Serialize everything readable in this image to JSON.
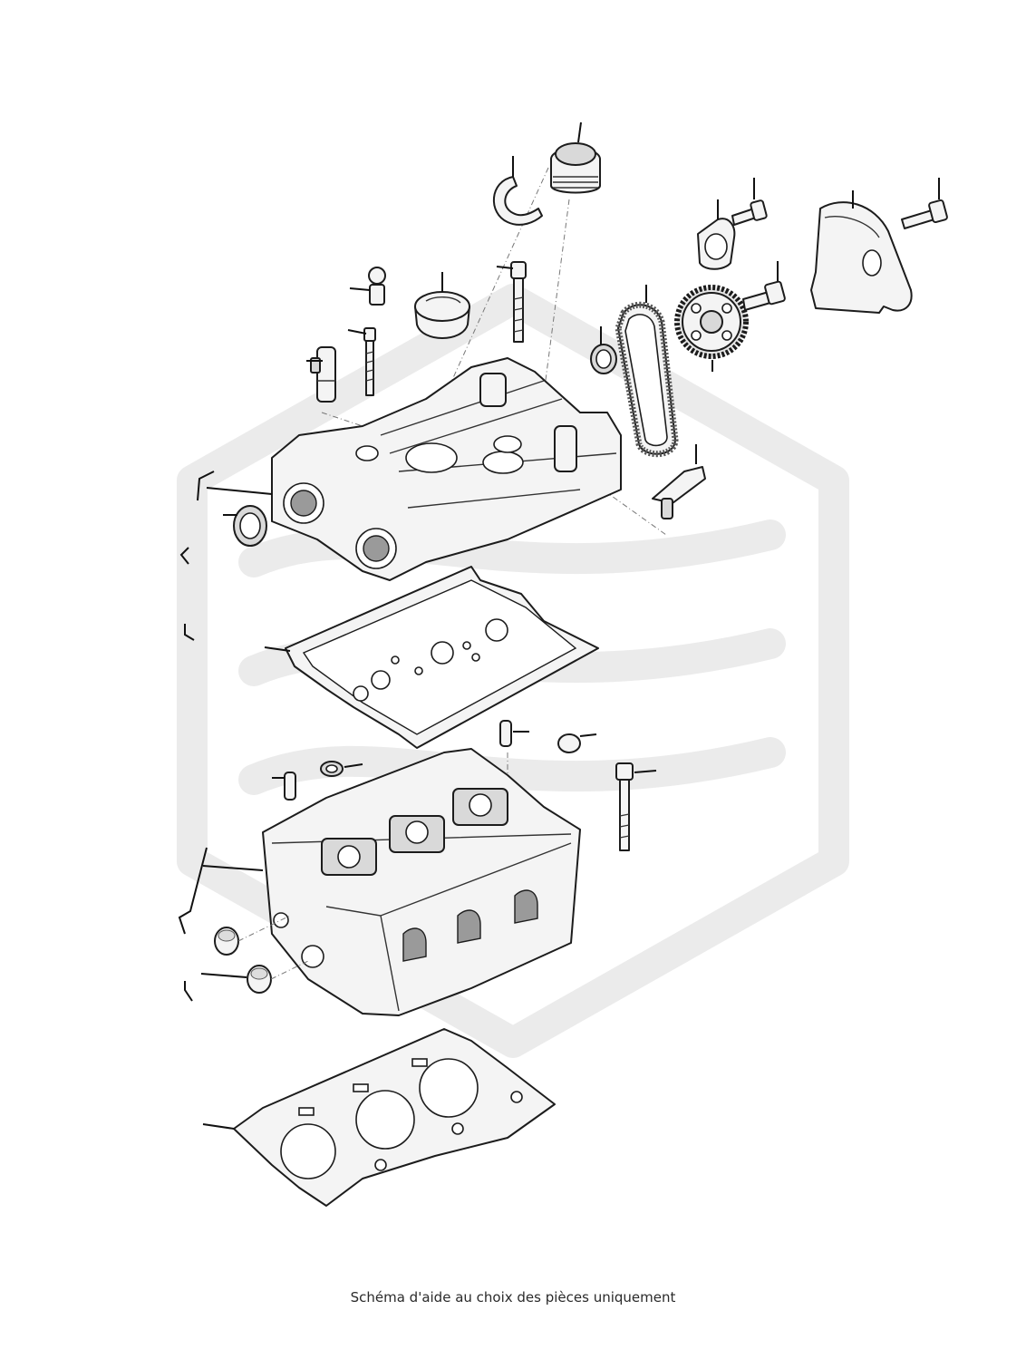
{
  "caption": "Schéma d'aide au choix des pièces uniquement",
  "watermark": {
    "color": "#ebebeb",
    "shape": "hexagon-logo"
  },
  "parts": [
    "hose-pipe",
    "oil-filler-cap",
    "breather-valve",
    "sensor-plug",
    "oil-cap",
    "long-bolt",
    "mount-bracket",
    "bracket-bolt",
    "belt-cover",
    "cover-bolt",
    "timing-belt",
    "camshaft-gear",
    "gear-bolt",
    "shaft-seal",
    "camshaft-sensor",
    "camshaft-housing",
    "front-seal",
    "valve-cover-gasket",
    "dowel-pin",
    "dowel-pin-2",
    "sealing-plug",
    "valve-seal",
    "head-bolt",
    "cylinder-head",
    "core-plug-1",
    "core-plug-2",
    "head-gasket"
  ]
}
